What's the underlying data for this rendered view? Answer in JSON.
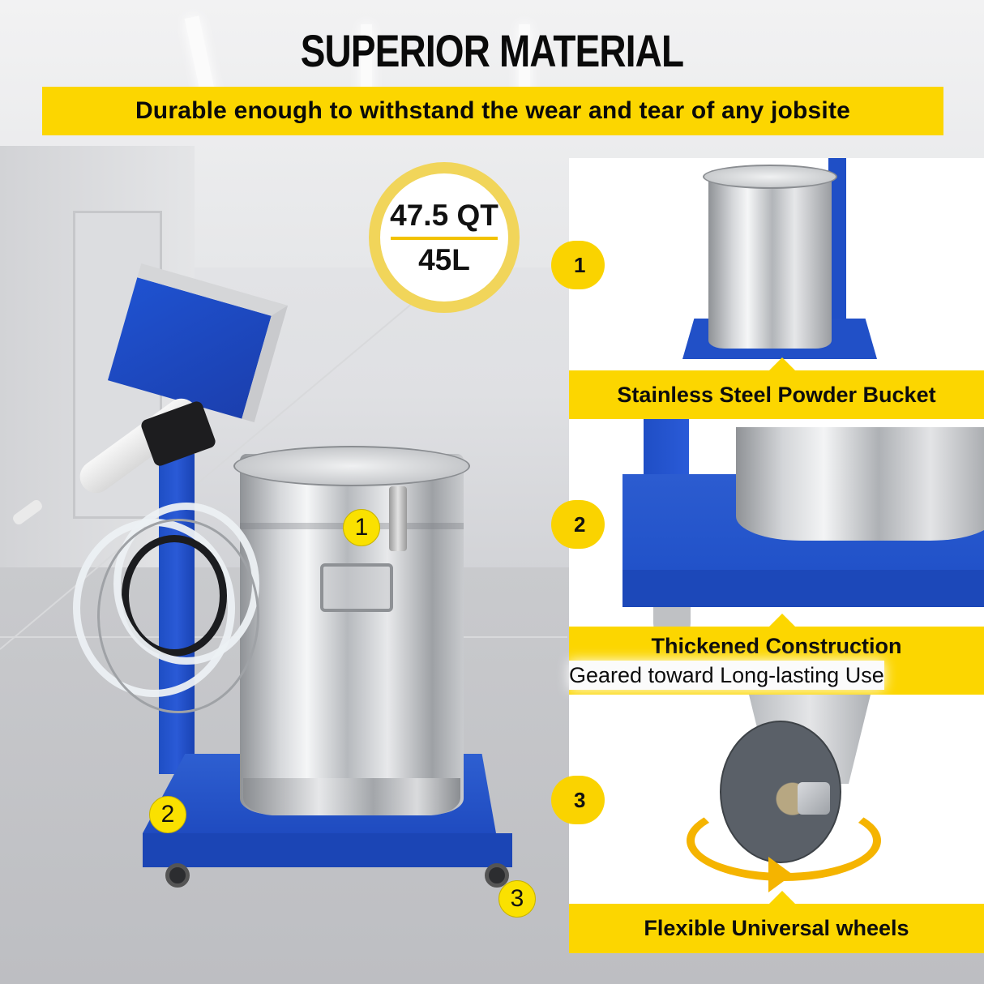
{
  "header": {
    "title": "SUPERIOR MATERIAL",
    "subtitle": "Durable enough to withstand the wear and tear of any jobsite"
  },
  "capacity_badge": {
    "quarts": "47.5 QT",
    "liters": "45L"
  },
  "product_markers": [
    {
      "number": "1"
    },
    {
      "number": "2"
    },
    {
      "number": "3"
    }
  ],
  "features": [
    {
      "number": "1",
      "title": "Stainless Steel Powder Bucket",
      "subtitle": ""
    },
    {
      "number": "2",
      "title": "Thickened Construction",
      "subtitle": "Geared toward Long-lasting Use"
    },
    {
      "number": "3",
      "title": "Flexible Universal wheels",
      "subtitle": ""
    }
  ],
  "colors": {
    "accent_yellow": "#fcd600",
    "badge_ring": "#f1d55a",
    "cart_blue": "#1f4fc6",
    "arrow_orange": "#f5b400"
  }
}
